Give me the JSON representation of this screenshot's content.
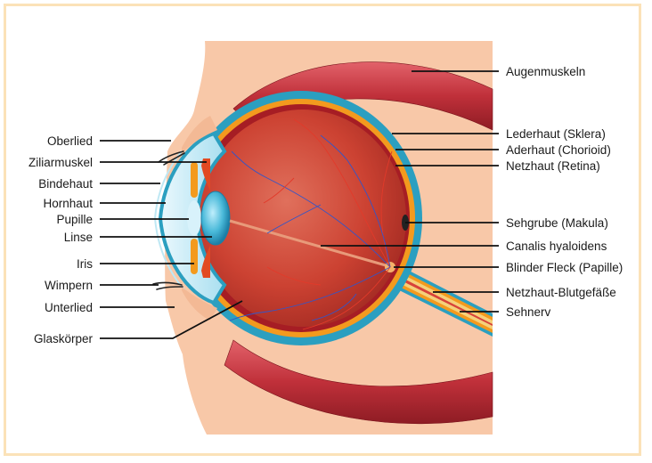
{
  "labels_left": [
    {
      "key": "oberlied",
      "text": "Oberlied"
    },
    {
      "key": "ziliarmuskel",
      "text": "Ziliarmuskel"
    },
    {
      "key": "bindehaut",
      "text": "Bindehaut"
    },
    {
      "key": "hornhaut",
      "text": "Hornhaut"
    },
    {
      "key": "pupille",
      "text": "Pupille"
    },
    {
      "key": "linse",
      "text": "Linse"
    },
    {
      "key": "iris",
      "text": "Iris"
    },
    {
      "key": "wimpern",
      "text": "Wimpern"
    },
    {
      "key": "unterlied",
      "text": "Unterlied"
    },
    {
      "key": "glaskoerper",
      "text": "Glaskörper"
    }
  ],
  "labels_right": [
    {
      "key": "augenmuskeln",
      "text": "Augenmuskeln"
    },
    {
      "key": "lederhaut",
      "text": "Lederhaut (Sklera)"
    },
    {
      "key": "aderhaut",
      "text": "Aderhaut (Chorioid)"
    },
    {
      "key": "netzhaut",
      "text": "Netzhaut (Retina)"
    },
    {
      "key": "sehgrube",
      "text": "Sehgrube (Makula)"
    },
    {
      "key": "canalis",
      "text": "Canalis hyaloidens"
    },
    {
      "key": "blinder_fleck",
      "text": "Blinder Fleck (Papille)"
    },
    {
      "key": "blutgefaesse",
      "text": "Netzhaut-Blutgefäße"
    },
    {
      "key": "sehnerv",
      "text": "Sehnerv"
    }
  ],
  "colors": {
    "frame": "#fbe2b8",
    "skin": "#f8c8a8",
    "muscle": "#c8323a",
    "sclera": "#2b9fc0",
    "choroid": "#f39a1e",
    "vitreous": "#c83a2c",
    "lens": "#3fb6d8"
  }
}
